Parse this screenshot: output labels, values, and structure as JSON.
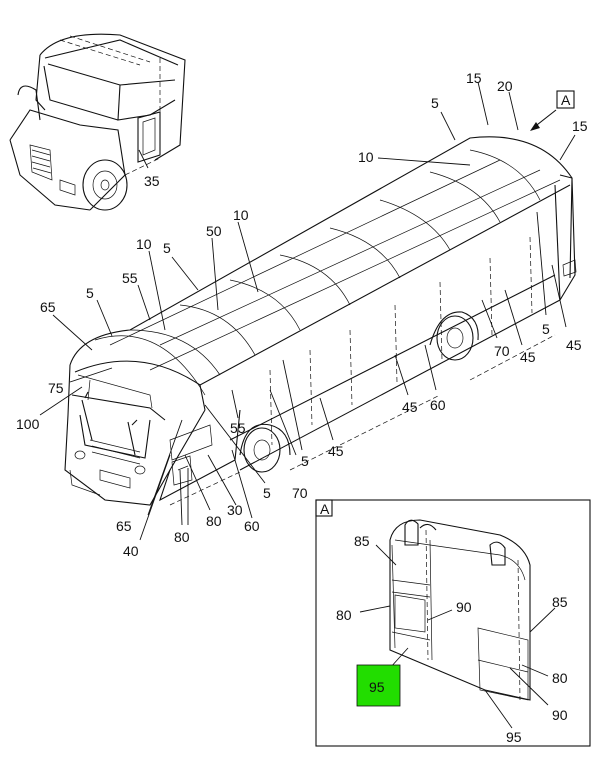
{
  "detail_marker": "A",
  "callouts": {
    "c35": "35",
    "c15a": "15",
    "c20": "20",
    "c15b": "15",
    "c5top": "5",
    "c10top": "10",
    "c10mid": "10",
    "c10left": "10",
    "c5a": "5",
    "c50": "50",
    "c55a": "55",
    "c65a": "65",
    "c5b": "5",
    "c5r1": "5",
    "c45r1": "45",
    "c70r": "70",
    "c45r2": "45",
    "c75": "75",
    "c100": "100",
    "c55b": "55",
    "c45m": "45",
    "c60a": "60",
    "c45c": "45",
    "c5c": "5",
    "c70c": "70",
    "c5d": "5",
    "c65b": "65",
    "c80a": "80",
    "c30": "30",
    "c60b": "60",
    "c40": "40",
    "c80b": "80"
  },
  "detail": {
    "label": "A",
    "c85a": "85",
    "c80a": "80",
    "c90a": "90",
    "c95hl": "95",
    "c85b": "85",
    "c80b": "80",
    "c90b": "90",
    "c95b": "95"
  },
  "colors": {
    "highlight": "#22dd00",
    "line": "#111111"
  }
}
